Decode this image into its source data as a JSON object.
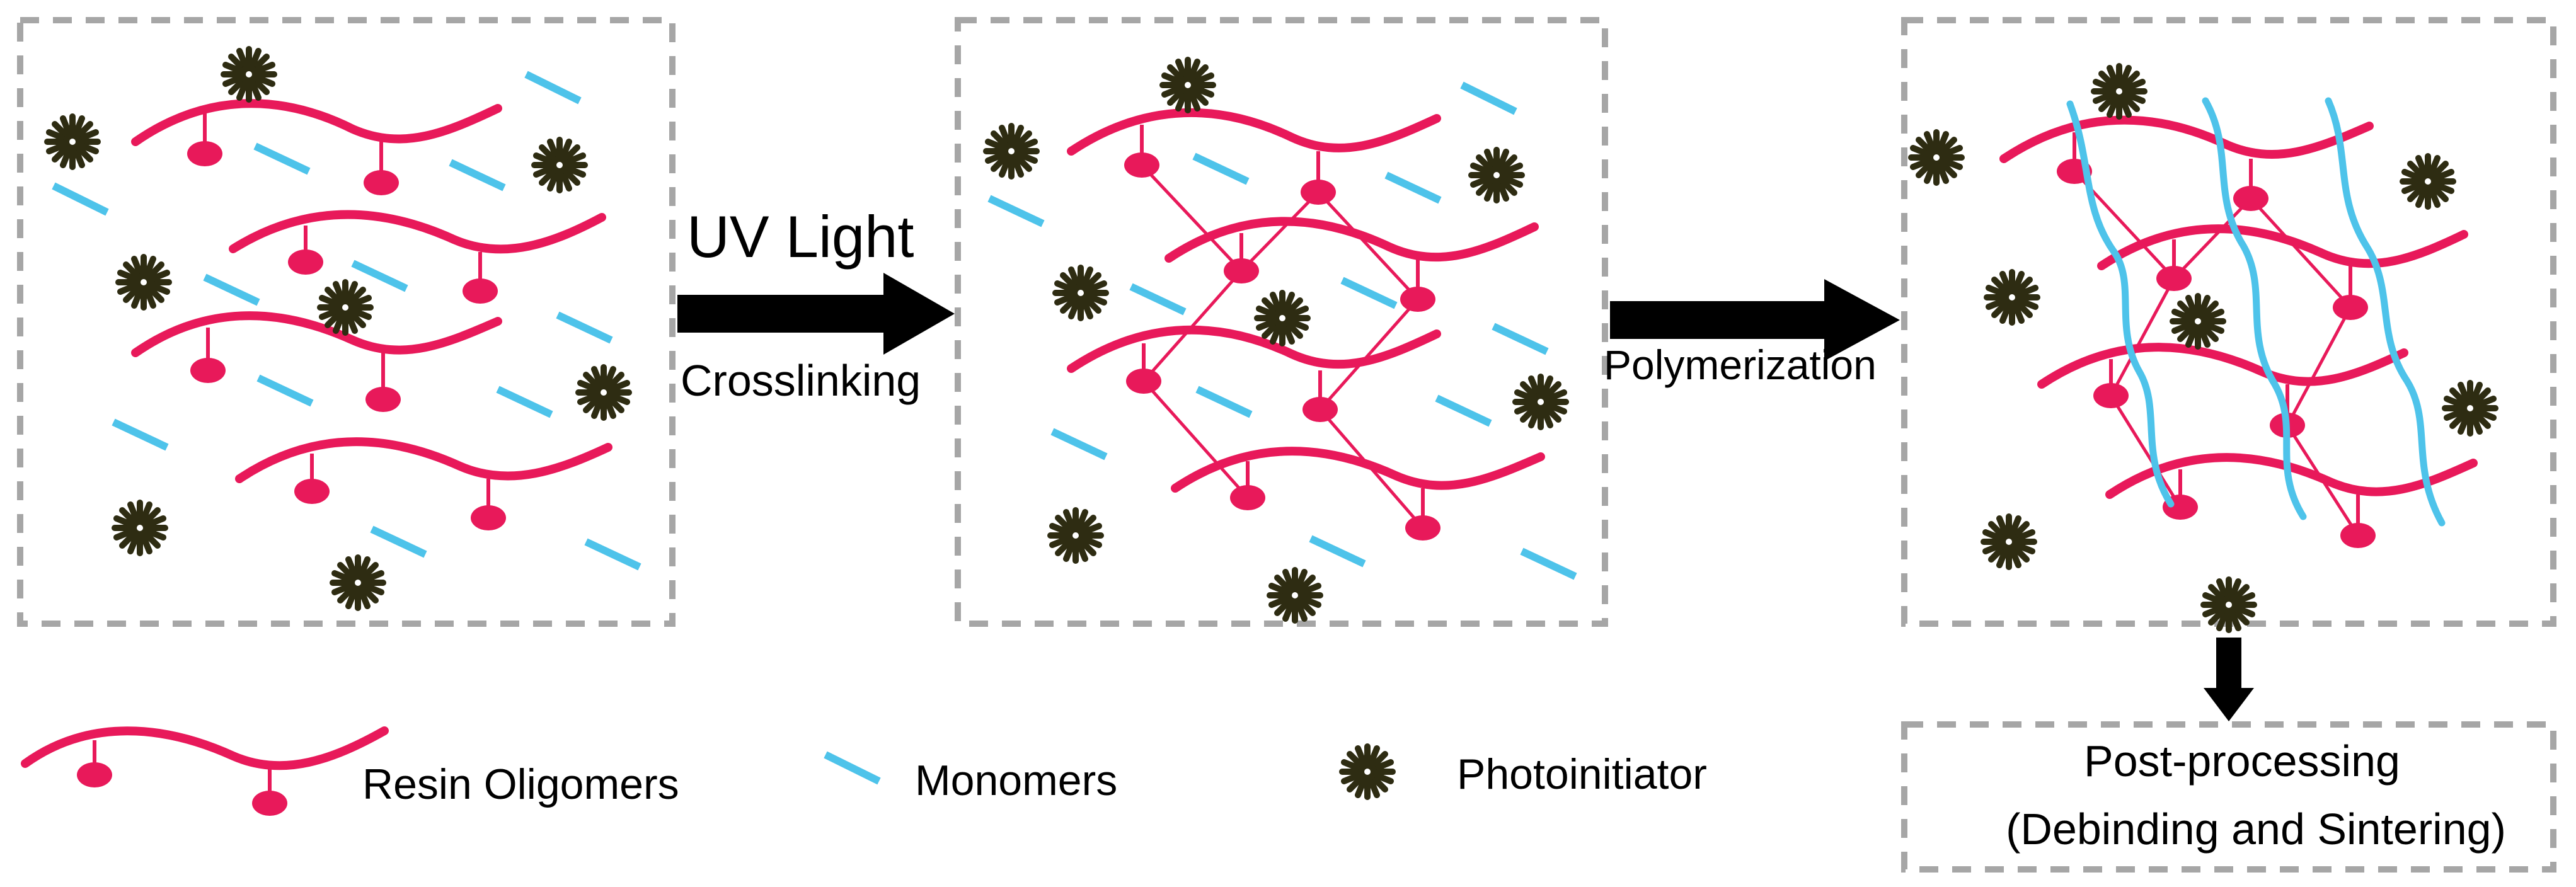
{
  "labels": {
    "uv_light": "UV Light",
    "crosslinking": "Crosslinking",
    "polymerization": "Polymerization",
    "post_processing_line1": "Post-processing",
    "post_processing_line2": "(Debinding and Sintering)"
  },
  "legend": {
    "resin": "Resin Oligomers",
    "monomers": "Monomers",
    "photoinitiator": "Photoinitiator"
  },
  "colors": {
    "resin": "#e8195a",
    "monomer": "#4ec3ea",
    "photoinitiator": "#2e2c12",
    "box_border": "#a6a6a6",
    "arrow": "#000000"
  }
}
